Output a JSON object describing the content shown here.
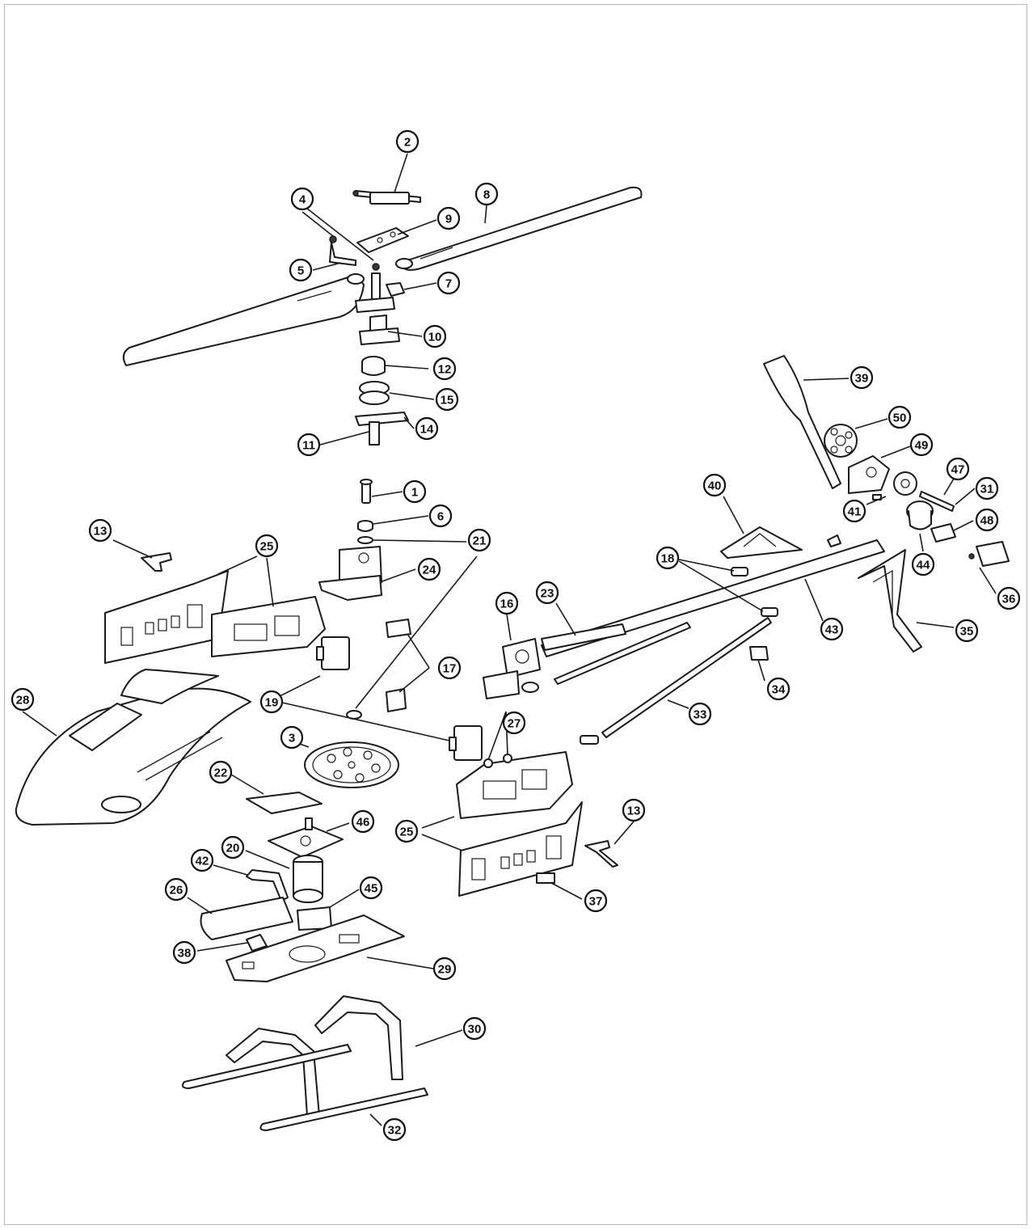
{
  "callouts": [
    {
      "label": "1"
    },
    {
      "label": "2"
    },
    {
      "label": "3"
    },
    {
      "label": "4"
    },
    {
      "label": "5"
    },
    {
      "label": "6"
    },
    {
      "label": "7"
    },
    {
      "label": "8"
    },
    {
      "label": "9"
    },
    {
      "label": "10"
    },
    {
      "label": "11"
    },
    {
      "label": "12"
    },
    {
      "label": "13"
    },
    {
      "label": "13"
    },
    {
      "label": "14"
    },
    {
      "label": "15"
    },
    {
      "label": "16"
    },
    {
      "label": "17"
    },
    {
      "label": "18"
    },
    {
      "label": "19"
    },
    {
      "label": "20"
    },
    {
      "label": "21"
    },
    {
      "label": "22"
    },
    {
      "label": "23"
    },
    {
      "label": "24"
    },
    {
      "label": "25"
    },
    {
      "label": "25"
    },
    {
      "label": "26"
    },
    {
      "label": "27"
    },
    {
      "label": "28"
    },
    {
      "label": "29"
    },
    {
      "label": "30"
    },
    {
      "label": "31"
    },
    {
      "label": "32"
    },
    {
      "label": "33"
    },
    {
      "label": "34"
    },
    {
      "label": "35"
    },
    {
      "label": "36"
    },
    {
      "label": "37"
    },
    {
      "label": "38"
    },
    {
      "label": "39"
    },
    {
      "label": "40"
    },
    {
      "label": "41"
    },
    {
      "label": "42"
    },
    {
      "label": "43"
    },
    {
      "label": "44"
    },
    {
      "label": "45"
    },
    {
      "label": "46"
    },
    {
      "label": "47"
    },
    {
      "label": "48"
    },
    {
      "label": "49"
    },
    {
      "label": "50"
    }
  ]
}
